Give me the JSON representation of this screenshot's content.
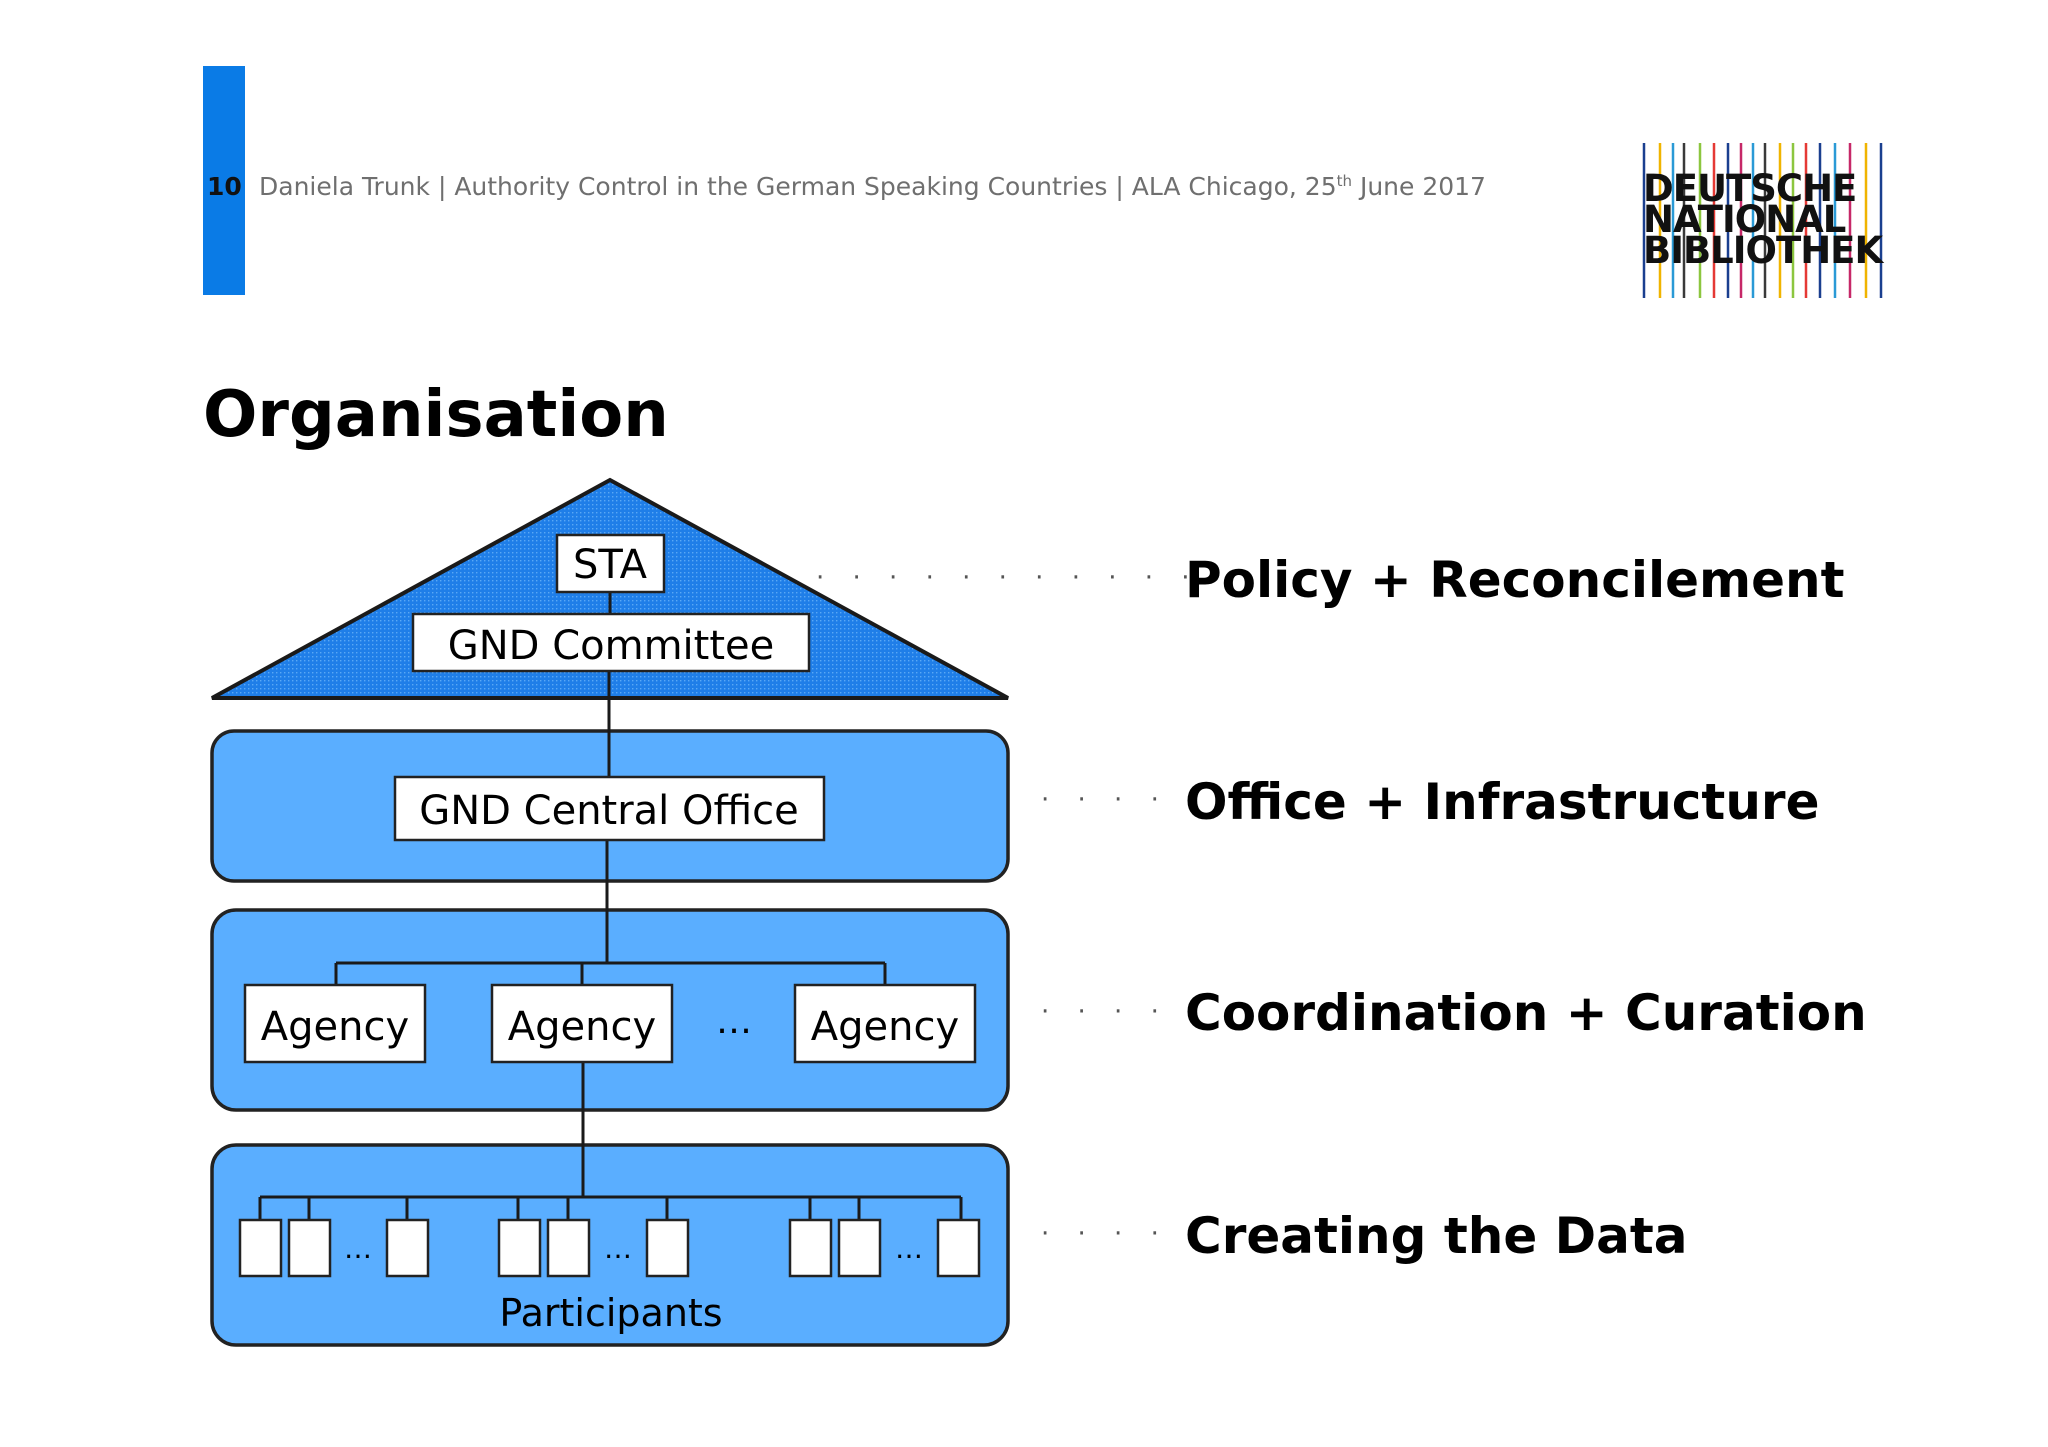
{
  "header": {
    "page_number": "10",
    "text_before_sup": "Daniela Trunk | Authority Control in the German Speaking Countries | ALA Chicago, 25",
    "sup": "th",
    "text_after_sup": " June 2017"
  },
  "logo": {
    "line1": "DEUTSCHE",
    "line2": "NATIONAL",
    "line3": "BIBLIOTHEK"
  },
  "title": "Organisation",
  "diagram": {
    "sta": "STA",
    "committee": "GND Committee",
    "central_office": "GND Central Office",
    "agency1": "Agency",
    "agency2": "Agency",
    "agency3": "Agency",
    "agency_ellipsis": "…",
    "participant_ellipsis": "…",
    "participants": "Participants"
  },
  "layers": {
    "policy": "Policy + Reconcilement",
    "office": "Office + Infrastructure",
    "coordination": "Coordination + Curation",
    "creating": "Creating the Data"
  },
  "colors": {
    "accent": "#0a7be6",
    "pyramid": "#1f7ee8",
    "layer": "#5aaeff"
  }
}
